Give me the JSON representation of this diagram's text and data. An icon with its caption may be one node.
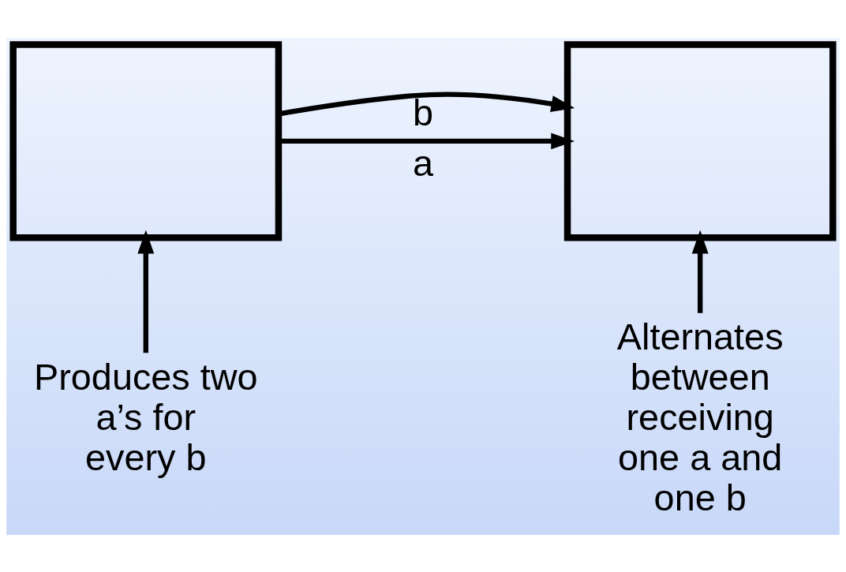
{
  "diagram": {
    "nodes": [
      {
        "text": [],
        "shape": "box"
      },
      {
        "text": [],
        "shape": "box"
      },
      {
        "text": [
          "Produces two a’s for every b"
        ]
      },
      {
        "text": [
          "Alternates between receiving one a and one b"
        ]
      }
    ],
    "edges": [
      {
        "from": 0,
        "to": 1,
        "arrow": "to",
        "label": "a"
      },
      {
        "from": 0,
        "to": 1,
        "arrow": "to",
        "label": "b"
      },
      {
        "from": 2,
        "to": 0,
        "arrow": "to"
      },
      {
        "from": 3,
        "to": 1,
        "arrow": "to"
      }
    ]
  }
}
